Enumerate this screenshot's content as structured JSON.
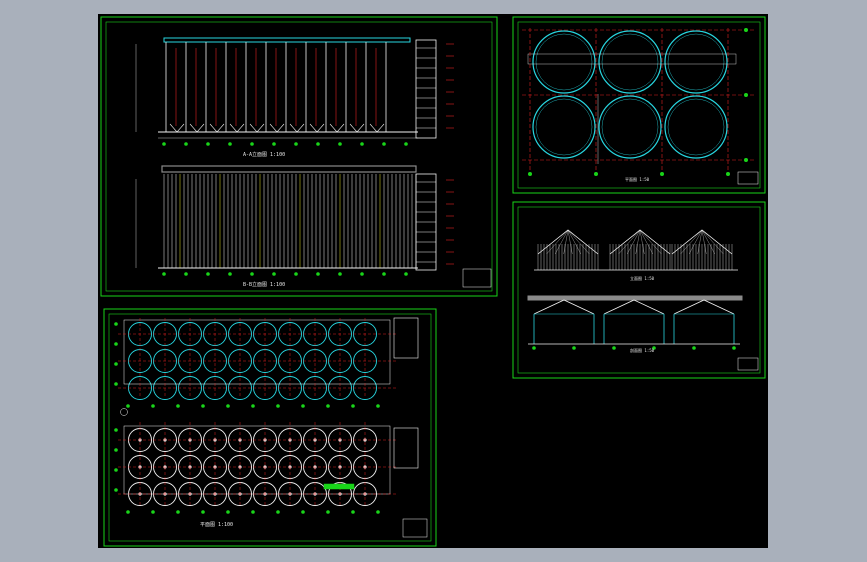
{
  "colors": {
    "background": "#a9b0bb",
    "canvas": "#000000",
    "frame": "#19d419",
    "silo": "#27d6e0",
    "axis": "#e02020",
    "line": "#f2f2f2",
    "yellow": "#e6e62a",
    "gray": "#8a8a8a"
  },
  "drawing": {
    "elevation_a_label": "A-A立面图 1:100",
    "elevation_b_label": "B-B立面图 1:100",
    "plan_label": "平面图 1:100",
    "plan_small_label": "平面图 1:50",
    "roof_label": "立面图 1:50",
    "section_label": "剖面图 1:50"
  }
}
